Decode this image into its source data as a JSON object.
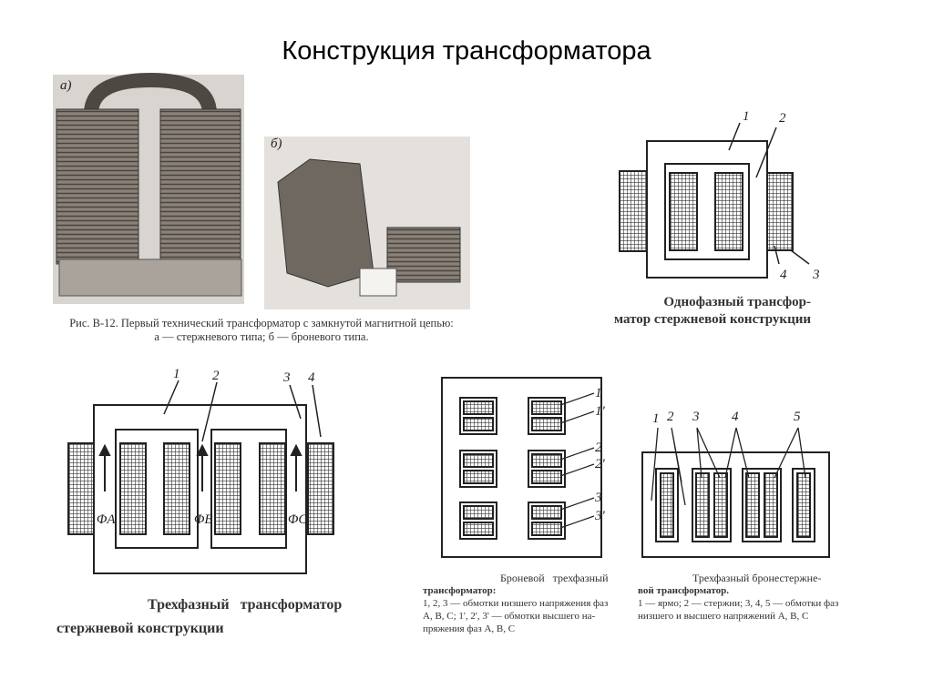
{
  "slide": {
    "title": "Конструкция трансформатора"
  },
  "photos": {
    "label_a": "а)",
    "label_b": "б)",
    "caption_line1": "Рис. В-12. Первый технический трансформатор с замкнутой магнитной цепью:",
    "caption_line2": "а — стержневого типа; б — броневого типа."
  },
  "single_phase": {
    "labels": [
      "1",
      "2",
      "4",
      "3"
    ],
    "caption_line1": "Однофазный трансфор-",
    "caption_line2": "матор стержневой конструкции"
  },
  "three_phase_core": {
    "labels": [
      "1",
      "2",
      "3",
      "4"
    ],
    "flux_labels": [
      "ΦA",
      "ΦB",
      "ΦC"
    ],
    "caption_line1": "Трехфазный   трансформатор",
    "caption_line2": "стержневой конструкции"
  },
  "shell_three_phase": {
    "labels": [
      "1",
      "1'",
      "2",
      "2'",
      "3",
      "3'"
    ],
    "caption_line1": "Броневой   трехфазный",
    "caption_line2": "трансформатор:",
    "caption_line3": "1, 2, 3 — обмотки низшего напряжения фаз",
    "caption_line4": "A, B, C; 1', 2', 3' — обмотки высшего на-",
    "caption_line5": "пряжения фаз A, B, C"
  },
  "shell_core_three_phase": {
    "labels": [
      "1",
      "2",
      "3",
      "4",
      "5"
    ],
    "caption_line1": "Трехфазный бронестержне-",
    "caption_line2": "вой трансформатор.",
    "caption_line3": "1 — ярмо; 2 — стержни; 3, 4, 5 — обмотки фаз",
    "caption_line4": "низшего и высшего напряжений A, B, C"
  }
}
